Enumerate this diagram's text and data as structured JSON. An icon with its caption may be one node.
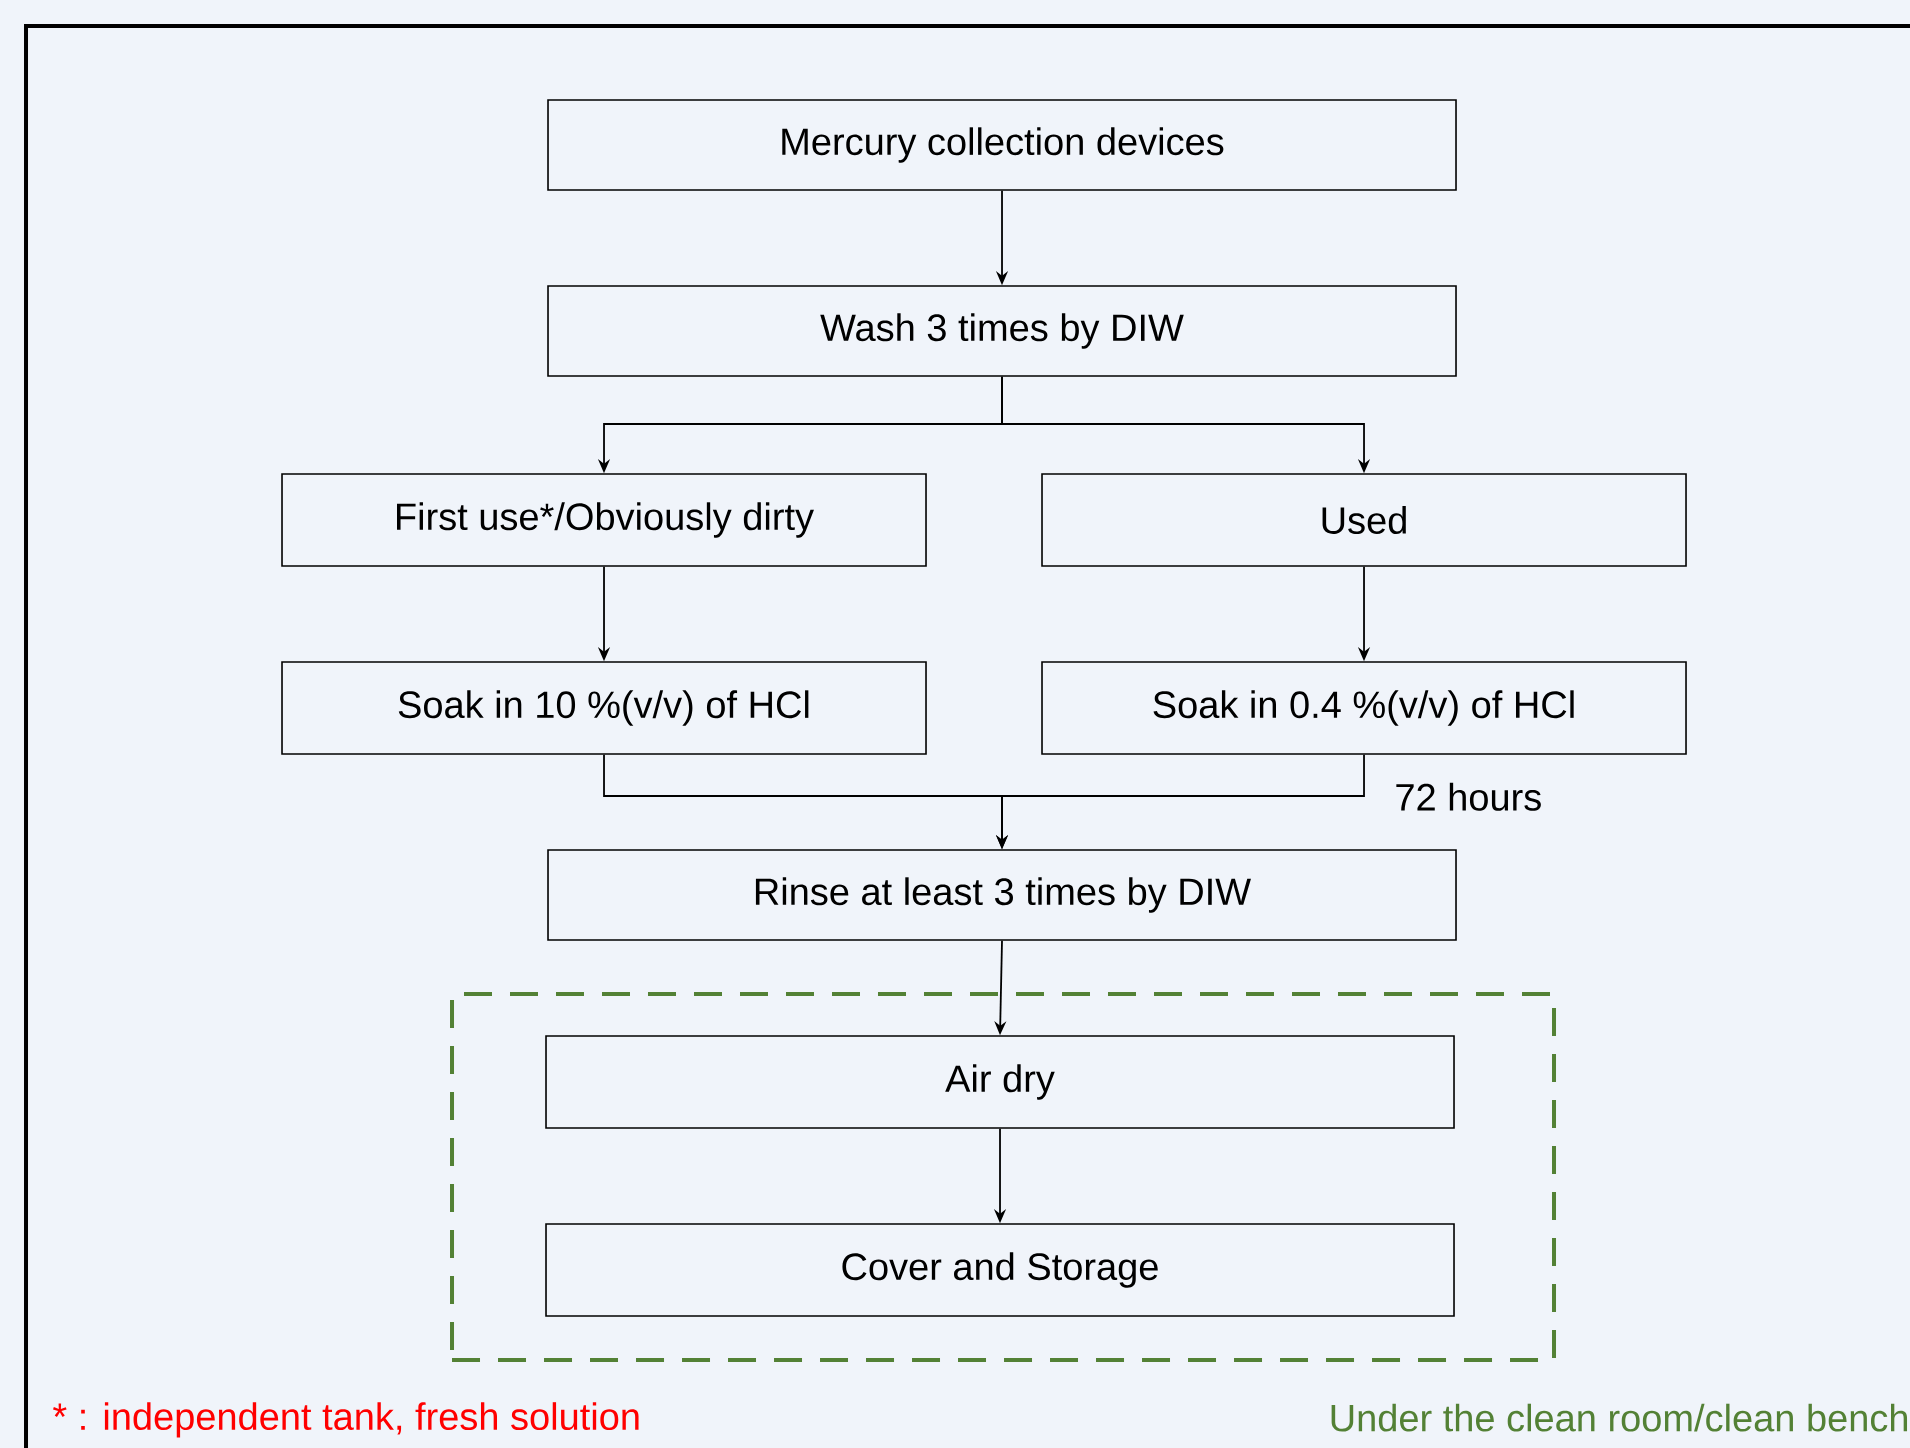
{
  "diagram": {
    "nodes": [
      {
        "text": [
          "Mercury collection devices"
        ]
      },
      {
        "text": [
          "Wash 3 times by DIW"
        ]
      },
      {
        "text": [
          "First use*/Obviously dirty"
        ]
      },
      {
        "text": [
          "Used"
        ]
      },
      {
        "text": [
          "Soak in 10 %(v/v) of HCl"
        ]
      },
      {
        "text": [
          "Soak in 0.4 %(v/v) of HCl"
        ]
      },
      {
        "text": [
          "Rinse at least 3 times by DIW"
        ]
      },
      {
        "text": [],
        "shape": "box",
        "beside": [
          "Under the clean room/clean bench"
        ]
      },
      {
        "text": [
          "Air dry"
        ],
        "in": 7
      },
      {
        "text": [
          "Cover and Storage"
        ],
        "in": 7
      }
    ],
    "edges": [
      {
        "from": 0,
        "to": 1,
        "arrow": "to"
      },
      {
        "from": 1,
        "to": 2,
        "arrow": "to"
      },
      {
        "from": 1,
        "to": 3,
        "arrow": "to"
      },
      {
        "from": 2,
        "to": 4,
        "arrow": "to"
      },
      {
        "from": 3,
        "to": 5,
        "arrow": "to"
      },
      {
        "from": 4,
        "to": 6,
        "arrow": "to"
      },
      {
        "from": 5,
        "to": 6,
        "arrow": "to",
        "label": "72 hours"
      },
      {
        "from": 6,
        "to": 8,
        "arrow": "to"
      },
      {
        "from": 8,
        "to": 9,
        "arrow": "to"
      }
    ],
    "labels": [
      "* : independent tank, fresh solution"
    ]
  }
}
